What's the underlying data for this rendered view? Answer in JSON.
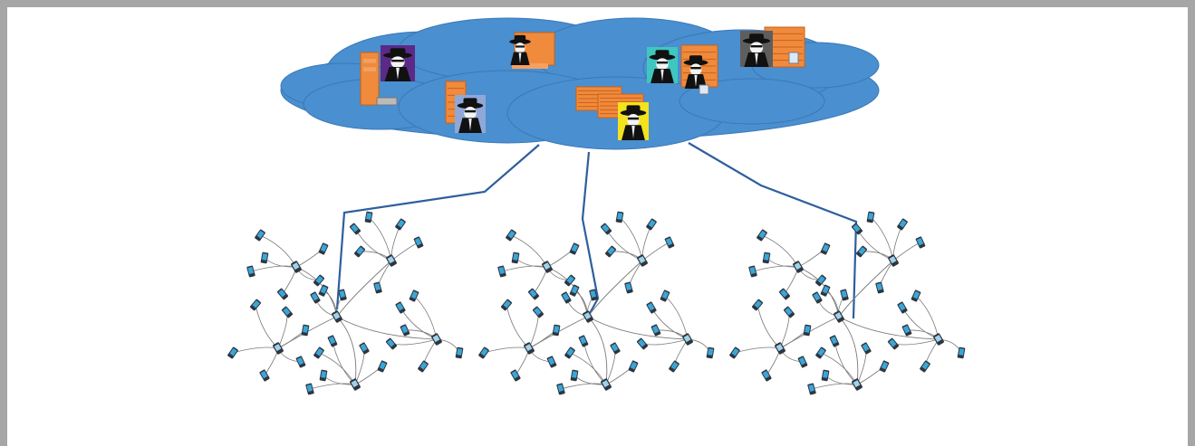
{
  "diagram": {
    "colors": {
      "frame": "#a6a6a6",
      "cloud": "#4a8fcf",
      "cloud_edge": "#3a78b8",
      "link": "#2e5f9e",
      "server": "#f08a3c",
      "server_dark": "#c9621a",
      "mesh_line": "#7a7a7a",
      "phone": "#2d3640",
      "phone_screen": "#3aa6d8",
      "badge_purple": "#5b2a86",
      "badge_blue": "#8fa8d8",
      "badge_yellow": "#f3e21c",
      "badge_teal": "#3fc6c0",
      "badge_gray": "#5e5e5e"
    },
    "cloud": {
      "name": "attacker-cloud",
      "nodes": [
        {
          "kind": "tower-server",
          "icon": "tower-server-icon",
          "badge": "hacker-icon",
          "badge_color": "badge_purple"
        },
        {
          "kind": "rack-server",
          "icon": "rack-server-icon",
          "badge": "hacker-icon",
          "badge_color": "badge_blue"
        },
        {
          "kind": "workstation",
          "icon": "workstation-icon",
          "badge": "hacker-icon",
          "badge_color": "none"
        },
        {
          "kind": "server-cluster",
          "icon": "server-cluster-icon",
          "badge": "hacker-icon",
          "badge_color": "badge_yellow"
        },
        {
          "kind": "server-pair",
          "icon": "server-pair-icon",
          "badge": "hacker-icon",
          "badge_color": "badge_teal"
        },
        {
          "kind": "database-server",
          "icon": "database-server-icon",
          "badge": "hacker-icon",
          "badge_color": "badge_gray"
        }
      ]
    },
    "networks": [
      {
        "name": "mobile-mesh-network-1",
        "hub_count": 6
      },
      {
        "name": "mobile-mesh-network-2",
        "hub_count": 6
      },
      {
        "name": "mobile-mesh-network-3",
        "hub_count": 6
      }
    ],
    "links": [
      {
        "from": "attacker-cloud",
        "to": "mobile-mesh-network-1"
      },
      {
        "from": "attacker-cloud",
        "to": "mobile-mesh-network-2"
      },
      {
        "from": "attacker-cloud",
        "to": "mobile-mesh-network-3"
      }
    ]
  }
}
